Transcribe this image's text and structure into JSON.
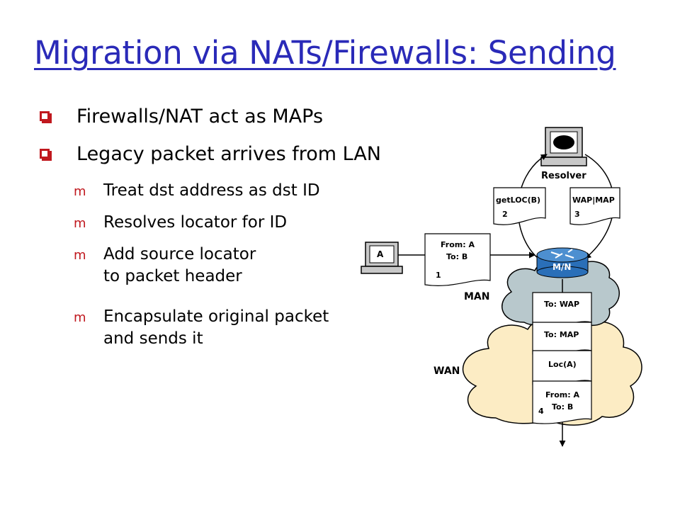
{
  "title": "Migration via NATs/Firewalls: Sending",
  "bullets": [
    "Firewalls/NAT act as MAPs",
    "Legacy packet arrives from LAN"
  ],
  "sub_bullets": [
    "Treat dst address as dst ID",
    "Resolves locator for ID",
    [
      "Add source locator",
      "to packet header"
    ],
    [
      "Encapsulate original packet",
      "and sends it"
    ]
  ],
  "diagram": {
    "resolver_label": "Resolver",
    "host_label": "A",
    "router_label": "M/N",
    "man_label": "MAN",
    "wan_label": "WAN",
    "packet1": [
      "From: A",
      "To: B"
    ],
    "packet1_num": "1",
    "packet2": "getLOC(B)",
    "packet2_num": "2",
    "packet3": "WAP|MAP",
    "packet3_num": "3",
    "stack": [
      "To: WAP",
      "To: MAP",
      "Loc(A)",
      "From: A",
      "To: B"
    ],
    "stack_num": "4"
  }
}
